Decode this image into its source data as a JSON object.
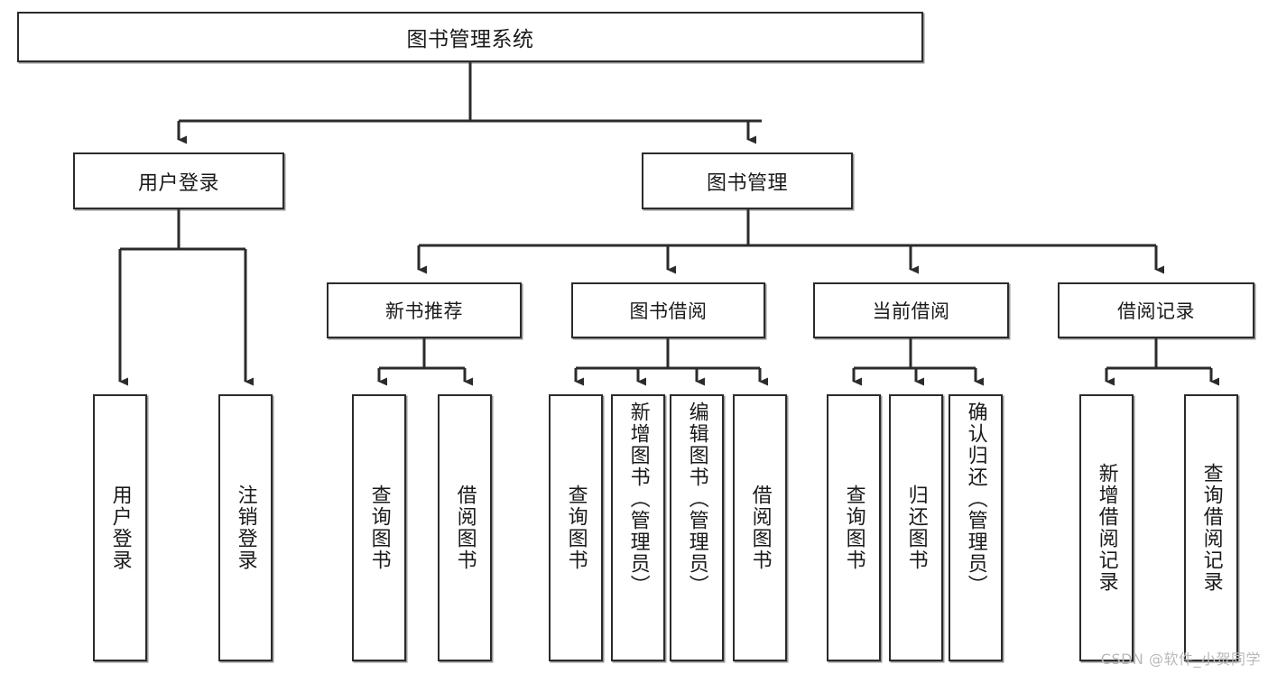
{
  "diagram": {
    "type": "hierarchy-tree",
    "title": "图书管理系统",
    "orientation": "top-down",
    "watermark": "CSDN @软件_小贺同学",
    "colors": {
      "box_border": "#2b2b2b",
      "box_fill": "#ffffff",
      "connector": "#2b2b2b",
      "text": "#1a1a1a",
      "watermark": "#b9b9b9"
    },
    "root": {
      "id": "root",
      "label": "图书管理系统"
    },
    "level1": [
      {
        "id": "user-login",
        "label": "用户登录"
      },
      {
        "id": "book-management",
        "label": "图书管理"
      }
    ],
    "level2": [
      {
        "id": "new-book-recommend",
        "label": "新书推荐",
        "parent": "book-management"
      },
      {
        "id": "book-borrow",
        "label": "图书借阅",
        "parent": "book-management"
      },
      {
        "id": "current-borrow",
        "label": "当前借阅",
        "parent": "book-management"
      },
      {
        "id": "borrow-record",
        "label": "借阅记录",
        "parent": "book-management"
      }
    ],
    "leaves": {
      "user-login": [
        {
          "id": "leaf-user-login",
          "label": "用户登录"
        },
        {
          "id": "leaf-logout-login",
          "label": "注销登录"
        }
      ],
      "new-book-recommend": [
        {
          "id": "leaf-query-book-1",
          "label": "查询图书"
        },
        {
          "id": "leaf-borrow-book-1",
          "label": "借阅图书"
        }
      ],
      "book-borrow": [
        {
          "id": "leaf-query-book-2",
          "label": "查询图书"
        },
        {
          "id": "leaf-add-book",
          "label": "新增图书（管理员）"
        },
        {
          "id": "leaf-edit-book",
          "label": "编辑图书（管理员）"
        },
        {
          "id": "leaf-borrow-book-2",
          "label": "借阅图书"
        }
      ],
      "current-borrow": [
        {
          "id": "leaf-query-book-3",
          "label": "查询图书"
        },
        {
          "id": "leaf-return-book",
          "label": "归还图书"
        },
        {
          "id": "leaf-confirm-return",
          "label": "确认归还（管理员）"
        }
      ],
      "borrow-record": [
        {
          "id": "leaf-add-record",
          "label": "新增借阅记录"
        },
        {
          "id": "leaf-query-record",
          "label": "查询借阅记录"
        }
      ]
    }
  }
}
